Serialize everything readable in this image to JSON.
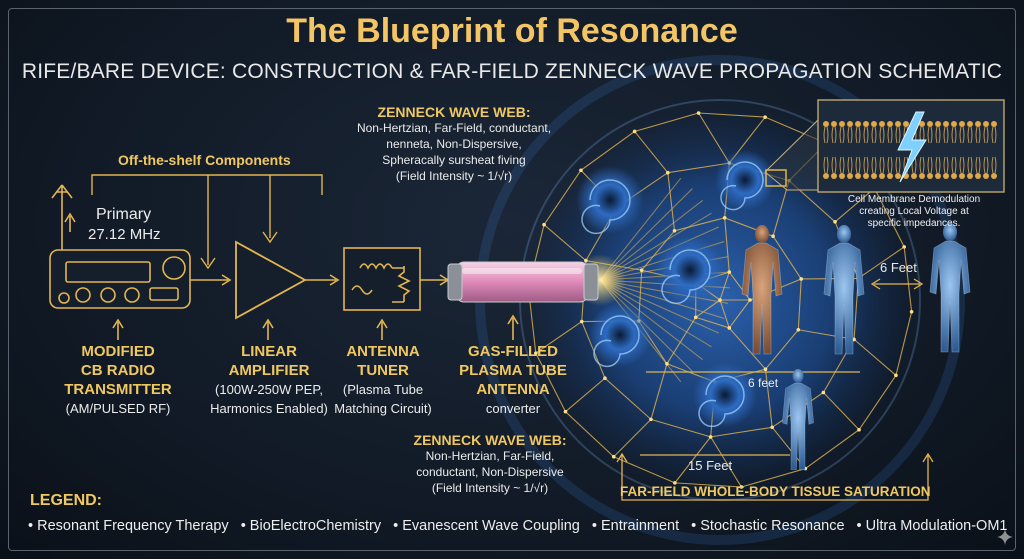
{
  "title": "The Blueprint of Resonance",
  "subtitle": "RIFE/BARE DEVICE: CONSTRUCTION & FAR-FIELD ZENNECK WAVE PROPAGATION SCHEMATIC",
  "components": {
    "off_the_shelf": "Off-the-shelf Components",
    "primary_label": "Primary",
    "primary_freq": "27.12 MHz",
    "cb": [
      "MODIFIED",
      "CB RADIO",
      "TRANSMITTER",
      "(AM/PULSED RF)"
    ],
    "amp": [
      "LINEAR",
      "AMPLIFIER",
      "(100W-250W PEP,",
      "Harmonics Enabled)"
    ],
    "tuner": [
      "ANTENNA",
      "TUNER",
      "(Plasma Tube",
      "Matching Circuit)"
    ],
    "tube": [
      "GAS-FILLED",
      "PLASMA TUBE",
      "ANTENNA",
      "converter"
    ]
  },
  "zenneck_top": {
    "heading": "ZENNECK WAVE WEB:",
    "lines": [
      "Non-Hertzian, Far-Field, conductant,",
      "nenneta, Non-Dispersive,",
      "Spheracally sursheat fiving",
      "(Field Intensity ~ 1/√r)"
    ]
  },
  "zenneck_bottom": {
    "heading": "ZENNECK WAVE WEB:",
    "lines": [
      "Non-Hertzian, Far-Field,",
      "conductant, Non-Dispersive",
      "(Field Intensity ~ 1/√r)"
    ]
  },
  "cell_note": [
    "Cell Membrane Demodulation",
    "creating Local Voltage at",
    "specific impedances."
  ],
  "distances": {
    "six_feet_upper": "6 Feet",
    "six_feet_lower": "6 feet",
    "fifteen_feet": "15 Feet"
  },
  "saturation": "FAR-FIELD WHOLE-BODY TISSUE SATURATION",
  "legend": {
    "title": "LEGEND:",
    "items": [
      "Resonant Frequency Therapy",
      "BioElectroChemistry",
      "Evanescent Wave Coupling",
      "Entrainment",
      "Stochastic Resonance",
      "Ultra Modulation-OM1"
    ]
  },
  "colors": {
    "accent_gold": "#f0c862",
    "line_gold": "#e3b54f",
    "field_blue": "#3f7fd9",
    "tube_pink": "#e9a3c9"
  }
}
